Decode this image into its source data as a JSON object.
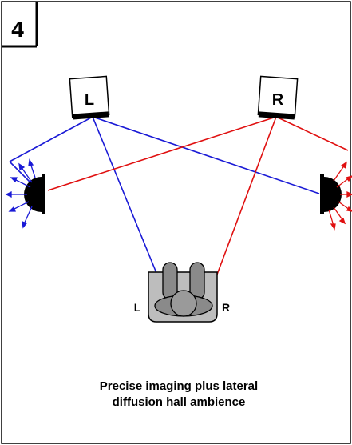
{
  "panel": {
    "number": "4"
  },
  "speakers": {
    "left_label": "L",
    "right_label": "R"
  },
  "listener": {
    "left_ear_label": "L",
    "right_ear_label": "R"
  },
  "caption": {
    "line1": "Precise imaging plus lateral",
    "line2": "diffusion hall ambience"
  },
  "colors": {
    "left_channel": "#1a1ad6",
    "right_channel": "#e01010",
    "speaker_body": "#000000",
    "seat": "#bdbdbd",
    "listener": "#8a8a8a"
  }
}
